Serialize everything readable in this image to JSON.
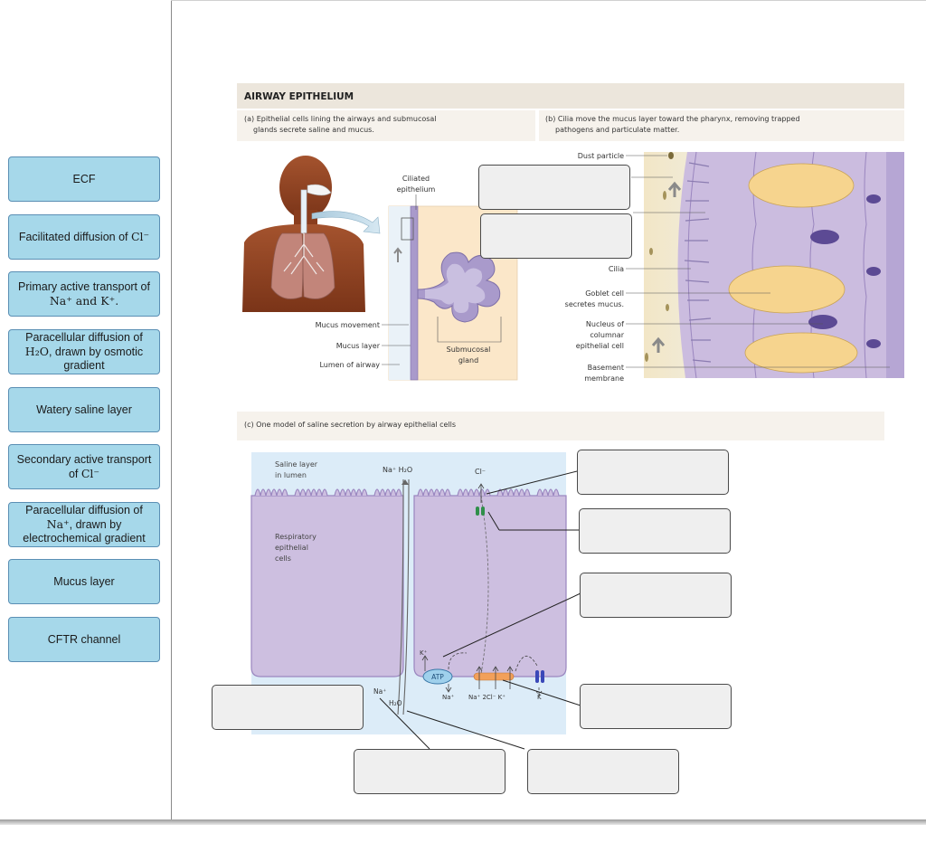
{
  "labels": [
    {
      "id": "ecf",
      "text": "ECF"
    },
    {
      "id": "facilitated",
      "text": "Facilitated diffusion of ",
      "formula": "Cl⁻"
    },
    {
      "id": "primary",
      "line1": "Primary active transport of",
      "formula": "Na⁺ and K⁺."
    },
    {
      "id": "paracellular-h2o",
      "line1": "Paracellular diffusion of",
      "formula": "H₂O",
      "line2": ", drawn by osmotic",
      "line3": "gradient"
    },
    {
      "id": "watery",
      "text": "Watery saline layer"
    },
    {
      "id": "secondary",
      "line1": "Secondary active transport",
      "line2": "of ",
      "formula": "Cl⁻"
    },
    {
      "id": "paracellular-na",
      "line1": "Paracellular diffusion of",
      "formula": "Na⁺",
      "line2": ", drawn by",
      "line3": "electrochemical gradient"
    },
    {
      "id": "mucus",
      "text": "Mucus layer"
    },
    {
      "id": "cftr",
      "text": "CFTR channel"
    }
  ],
  "figure": {
    "title": "AIRWAY EPITHELIUM",
    "panel_a": {
      "caption1": "(a) Epithelial cells lining the airways and submucosal",
      "caption2": "glands secrete saline and mucus.",
      "ciliated1": "Ciliated",
      "ciliated2": "epithelium",
      "mucus_movement": "Mucus movement",
      "mucus_layer": "Mucus layer",
      "lumen": "Lumen of airway",
      "gland1": "Submucosal",
      "gland2": "gland"
    },
    "panel_b": {
      "caption1": "(b) Cilia move the mucus layer toward the pharynx, removing trapped",
      "caption2": "pathogens and particulate matter.",
      "dust": "Dust particle",
      "cilia": "Cilia",
      "goblet1": "Goblet cell",
      "goblet2": "secretes mucus.",
      "nucleus1": "Nucleus of",
      "nucleus2": "columnar",
      "nucleus3": "epithelial cell",
      "basement1": "Basement",
      "basement2": "membrane"
    },
    "panel_c": {
      "caption": "(c) One model of saline secretion by airway epithelial cells",
      "saline1": "Saline layer",
      "saline2": "in lumen",
      "resp1": "Respiratory",
      "resp2": "epithelial",
      "resp3": "cells",
      "na_h2o_top": "Na⁺ H₂O",
      "cl_top": "Cl⁻",
      "k_left": "K⁺",
      "atp": "ATP",
      "na_bottom": "Na⁺",
      "h2o_bottom": "H₂O",
      "na_pump": "Na⁺",
      "cotransport": "Na⁺ 2Cl⁻ K⁺",
      "k_right": "K"
    }
  },
  "colors": {
    "tile": "#a6d8ea",
    "tile_border": "#5b8fb4",
    "cell": "#cdbfe0",
    "cell_border": "#9a86bf",
    "lumen": "#dcecf8",
    "banner": "#ece6dc",
    "gland": "#fbe7c9",
    "cytoplasm": "#c6b7dc"
  }
}
